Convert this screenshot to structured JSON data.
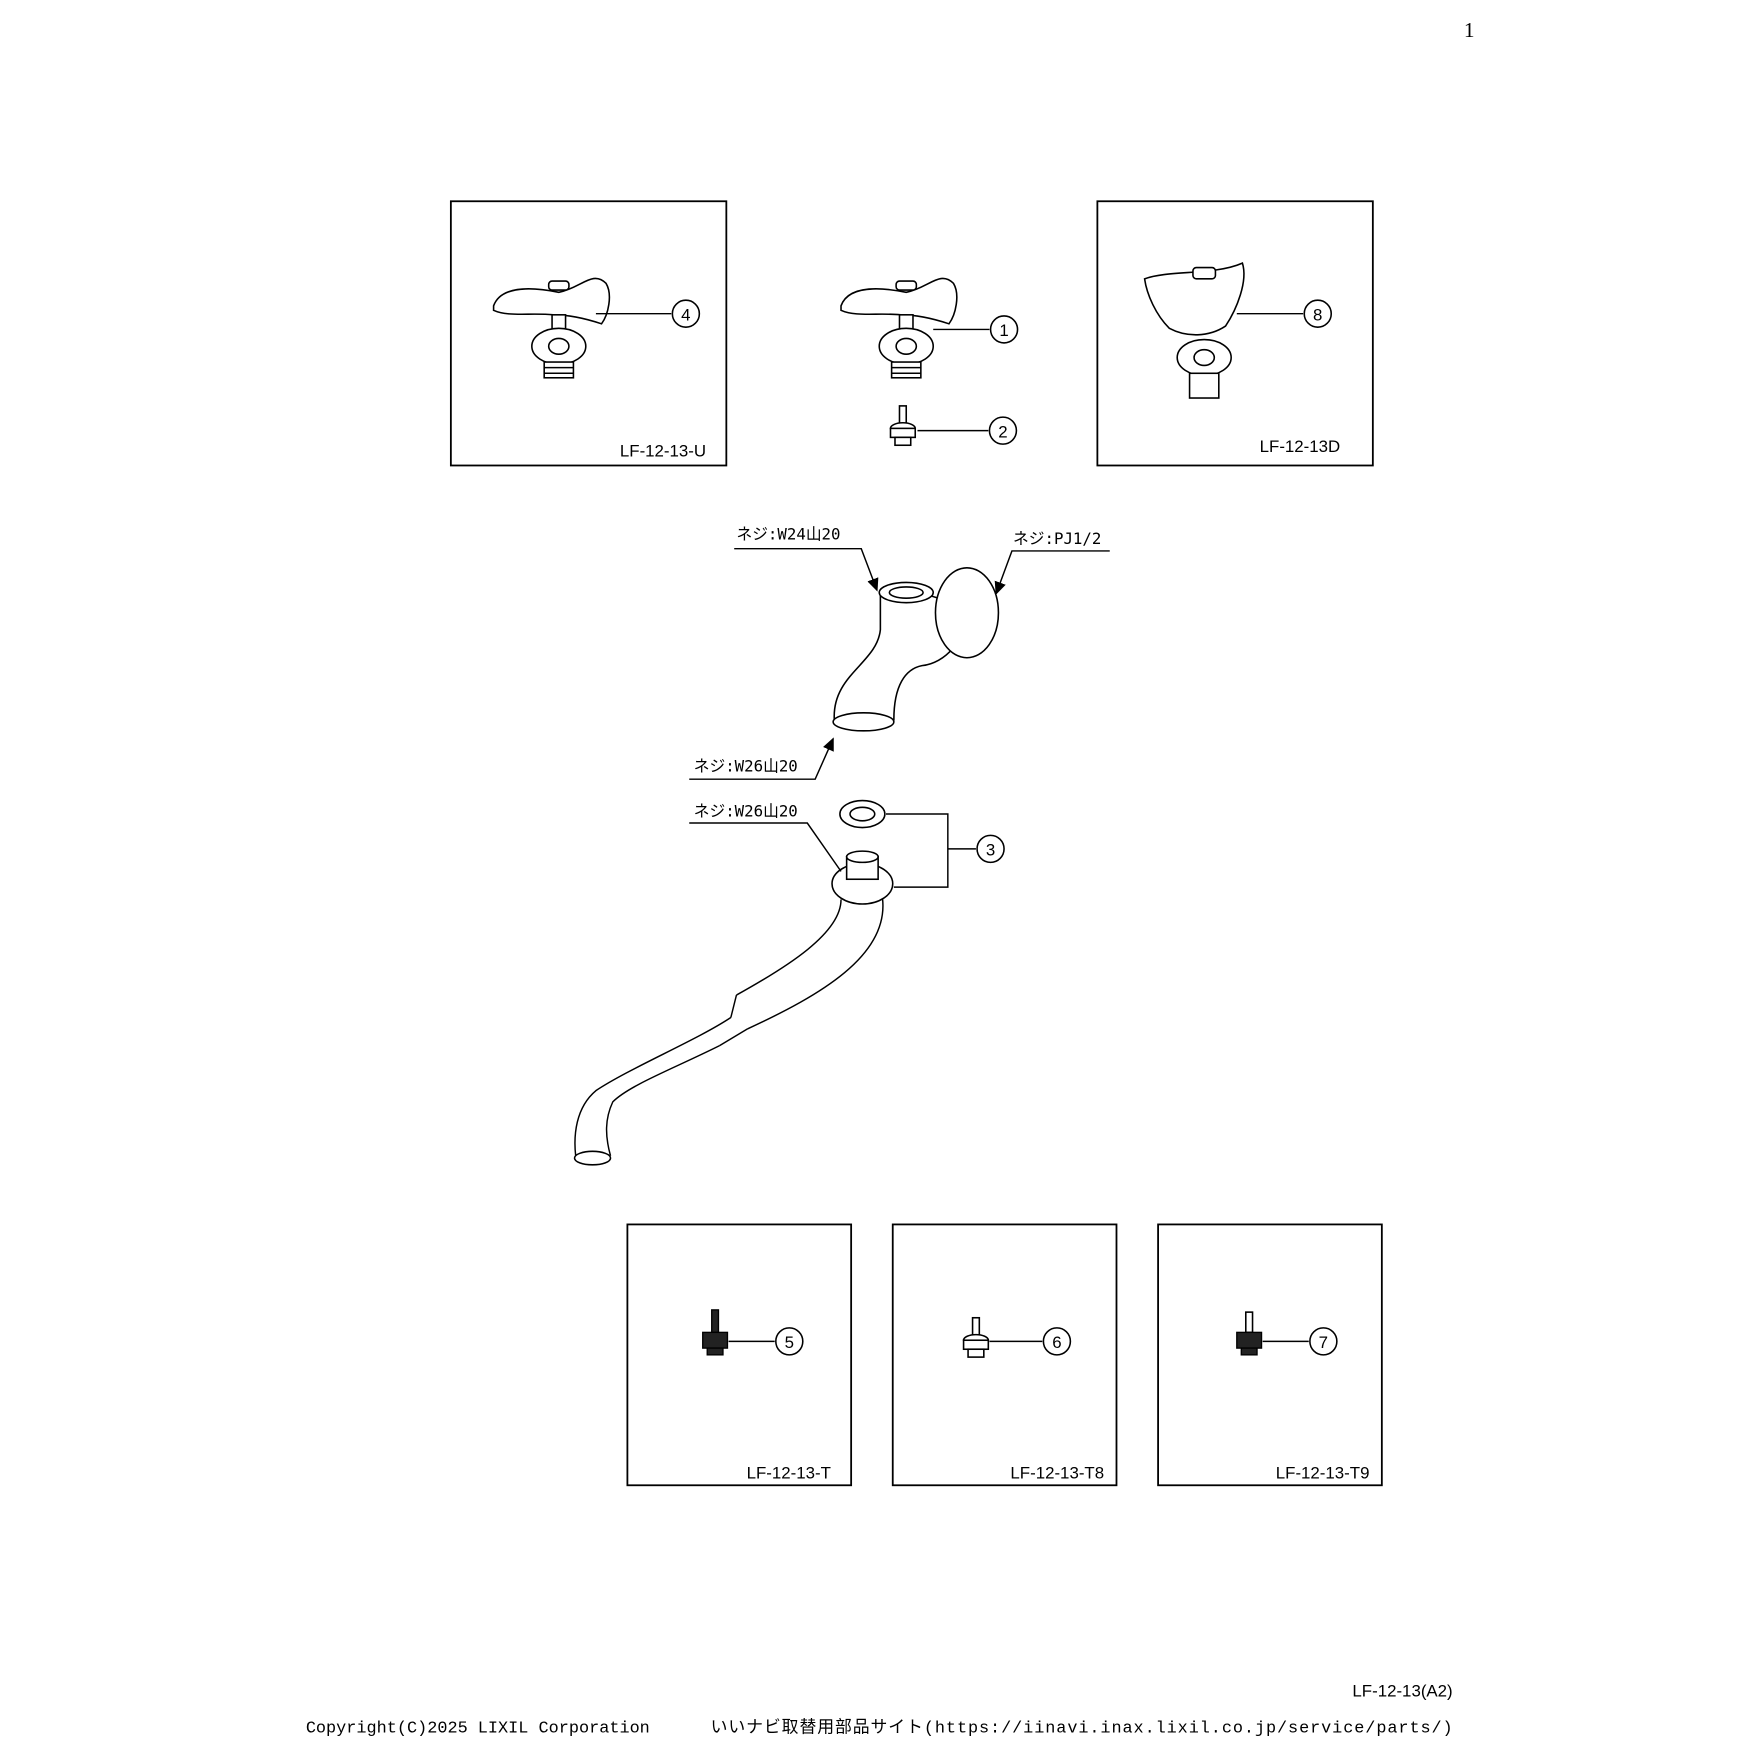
{
  "page_number": "1",
  "callouts": {
    "c1": "1",
    "c2": "2",
    "c3": "3",
    "c4": "4",
    "c5": "5",
    "c6": "6",
    "c7": "7",
    "c8": "8"
  },
  "variant_boxes": {
    "u": "LF-12-13-U",
    "d": "LF-12-13D",
    "t": "LF-12-13-T",
    "t8": "LF-12-13-T8",
    "t9": "LF-12-13-T9"
  },
  "thread_labels": {
    "top": "ネジ:W24山20",
    "wall": "ネジ:PJ1/2",
    "bottom": "ネジ:W26山20",
    "spout": "ネジ:W26山20"
  },
  "drawing_code": "LF-12-13(A2)",
  "footer": {
    "copyright": "Copyright(C)2025 LIXIL Corporation",
    "site": "いいナビ取替用部品サイト(https://iinavi.inax.lixil.co.jp/service/parts/)"
  }
}
